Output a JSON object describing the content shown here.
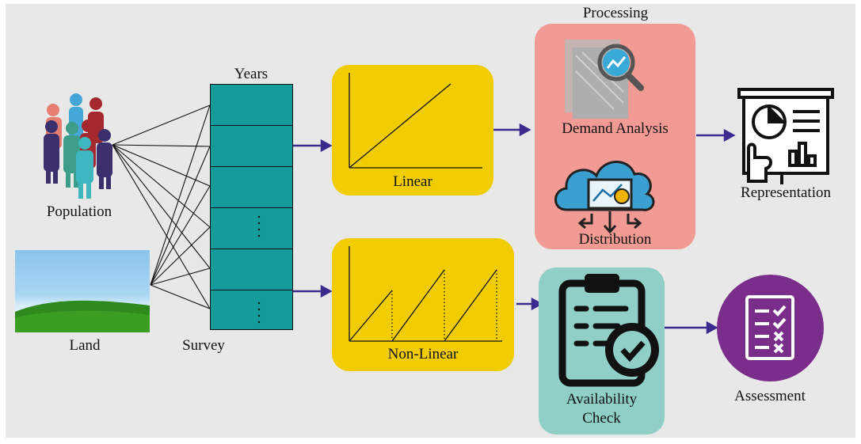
{
  "diagram": {
    "inputs": {
      "population": "Population",
      "land": "Land",
      "survey": "Survey",
      "years": "Years"
    },
    "models": {
      "linear": "Linear",
      "nonlinear": "Non-Linear"
    },
    "processing": {
      "title": "Processing",
      "demand_analysis": "Demand Analysis",
      "distribution": "Distribution"
    },
    "outputs": {
      "representation": "Representation",
      "availability_check_line1": "Availability",
      "availability_check_line2": "Check",
      "assessment": "Assessment"
    },
    "colors": {
      "background": "#e8e8e8",
      "teal_table": "#159c9a",
      "yellow_box": "#f0cc00",
      "pink_box": "#f29a94",
      "mint_box": "#8fcfc5",
      "purple_circle": "#7b2d8b",
      "arrow": "#3d2a8f"
    },
    "icons": [
      "people-group-icon",
      "land-photo",
      "search-chart-icon",
      "cloud-distribution-icon",
      "presentation-board-icon",
      "clipboard-check-icon",
      "checklist-icon"
    ]
  }
}
